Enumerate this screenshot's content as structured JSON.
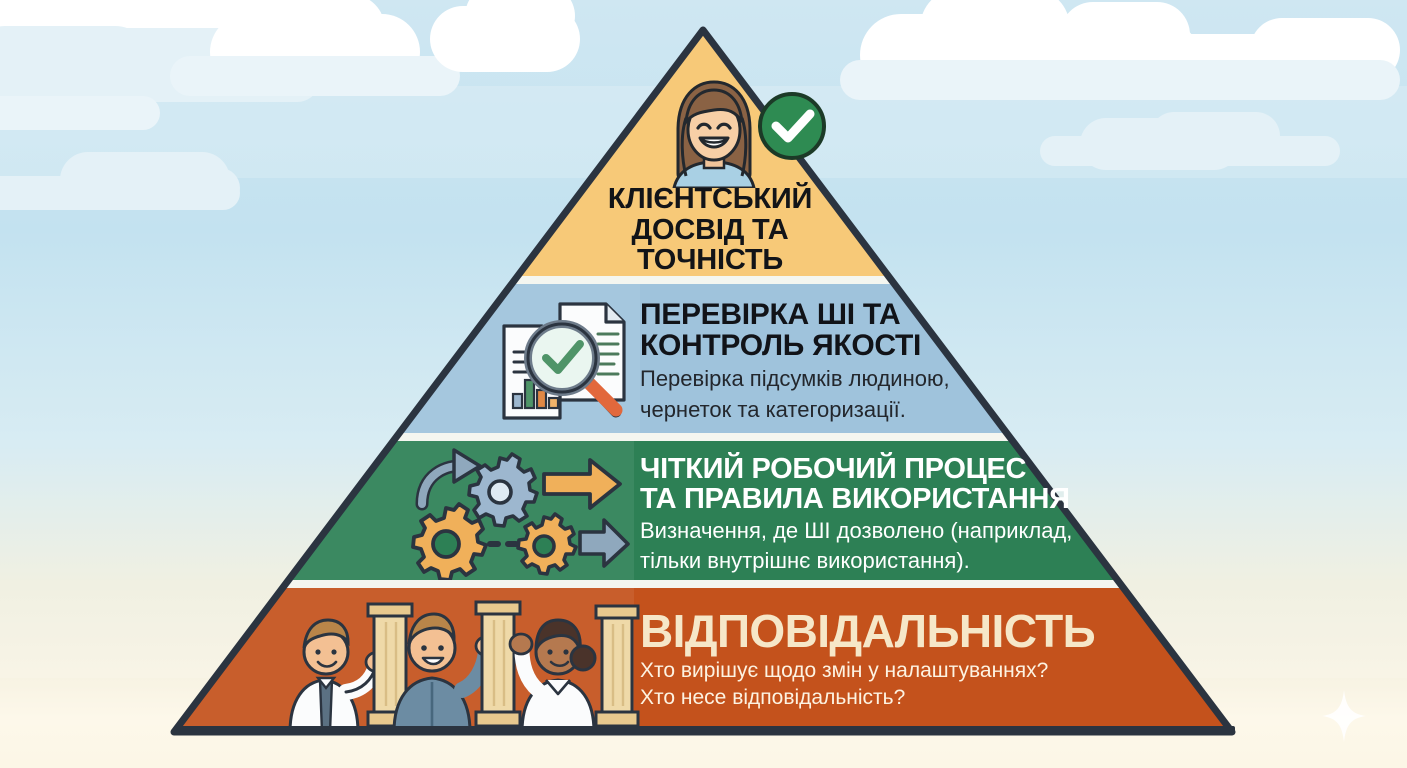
{
  "infographic": {
    "type": "pyramid",
    "background": {
      "sky_color": "#c9e4f0",
      "ground_color": "#faf5e7",
      "cloud_color": "#ffffff",
      "sparkle": "sparkle-star"
    },
    "baseline_color": "#2b3440"
  },
  "tiers": [
    {
      "id": "tier-1",
      "level": 1,
      "position": "top",
      "color": "#f7c978",
      "title": "КЛІЄНТСЬКИЙ ДОСВІД ТА ТОЧНІСТЬ",
      "subtitle": "",
      "text_color": "#121418",
      "icon": "smiling-woman-avatar-with-green-check-badge"
    },
    {
      "id": "tier-2",
      "level": 2,
      "position": "upper-middle",
      "color": "#9fc3dc",
      "title_line1": "ПЕРЕВІРКА ШІ ТА",
      "title_line2": "КОНТРОЛЬ ЯКОСТІ",
      "subtitle_line1": "Перевірка підсумків людиною,",
      "subtitle_line2": "чернеток та категоризації.",
      "text_color": "#121318",
      "icon": "documents-with-magnifier-and-check"
    },
    {
      "id": "tier-3",
      "level": 3,
      "position": "lower-middle",
      "color": "#2d8055",
      "title_line1": "ЧІТКИЙ РОБОЧИЙ ПРОЦЕС",
      "title_line2": "ТА ПРАВИЛА ВИКОРИСТАННЯ",
      "subtitle_line1": "Визначення, де ШІ дозволено (наприклад,",
      "subtitle_line2": "тільки внутрішнє використання).",
      "text_color": "#ffffff",
      "icon": "gears-and-arrows-workflow"
    },
    {
      "id": "tier-4",
      "level": 4,
      "position": "base",
      "color": "#c4521c",
      "title": "ВІДПОВІДАЛЬНІСТЬ",
      "subtitle_line1": "Хто вирішує щодо змін у налаштуваннях?",
      "subtitle_line2": "Хто несе відповідальність?",
      "title_color": "#f6e7c8",
      "text_color": "#fdf3e2",
      "icon": "three-people-holding-columns"
    }
  ]
}
